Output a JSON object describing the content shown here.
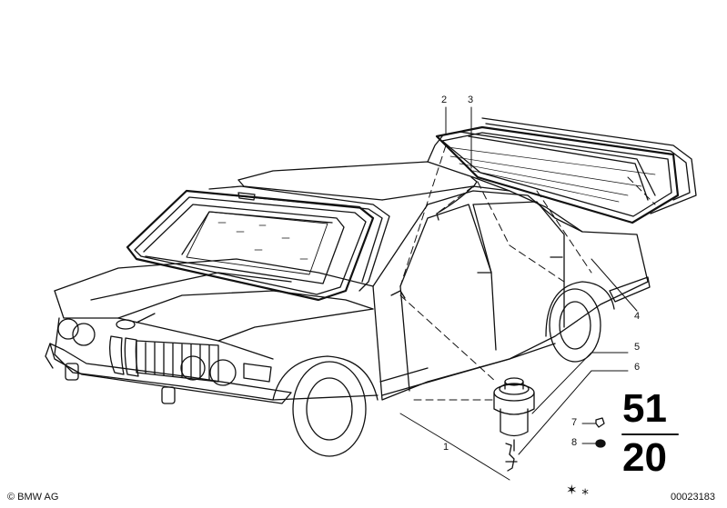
{
  "diagram": {
    "callouts": [
      {
        "id": "c2",
        "label": "2"
      },
      {
        "id": "c3",
        "label": "3"
      },
      {
        "id": "c4",
        "label": "4"
      },
      {
        "id": "c5",
        "label": "5"
      },
      {
        "id": "c6",
        "label": "6"
      },
      {
        "id": "c7",
        "label": "7"
      },
      {
        "id": "c8",
        "label": "8"
      },
      {
        "id": "c1",
        "label": "1"
      }
    ],
    "group_main": "51",
    "group_sub": "20",
    "copyright": "© BMW AG",
    "image_number": "00023183",
    "symbol": "✶ ⁎"
  },
  "colors": {
    "line": "#111111",
    "background": "#ffffff"
  }
}
